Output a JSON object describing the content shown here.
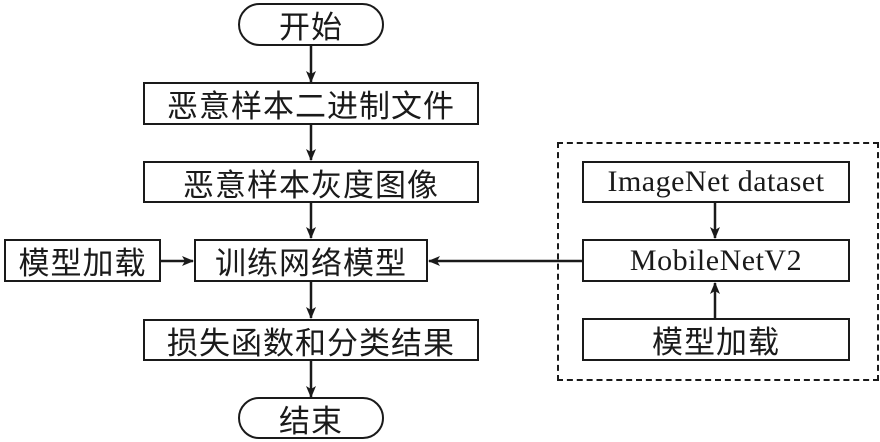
{
  "diagram": {
    "type": "flowchart",
    "main_flow": {
      "start": "开始",
      "steps": [
        "恶意样本二进制文件",
        "恶意样本灰度图像",
        "训练网络模型",
        "损失函数和分类结果"
      ],
      "end": "结束"
    },
    "left_input": "模型加载",
    "pretrained_group": {
      "border_style": "dashed",
      "dataset": "ImageNet dataset",
      "model": "MobileNetV2",
      "loader": "模型加载"
    },
    "edges": [
      {
        "from": "开始",
        "to": "恶意样本二进制文件"
      },
      {
        "from": "恶意样本二进制文件",
        "to": "恶意样本灰度图像"
      },
      {
        "from": "恶意样本灰度图像",
        "to": "训练网络模型"
      },
      {
        "from": "模型加载",
        "to": "训练网络模型"
      },
      {
        "from": "MobileNetV2",
        "to": "训练网络模型"
      },
      {
        "from": "训练网络模型",
        "to": "损失函数和分类结果"
      },
      {
        "from": "损失函数和分类结果",
        "to": "结束"
      },
      {
        "from": "ImageNet dataset",
        "to": "MobileNetV2"
      },
      {
        "from": "模型加载 (pretrained)",
        "to": "MobileNetV2"
      }
    ]
  }
}
